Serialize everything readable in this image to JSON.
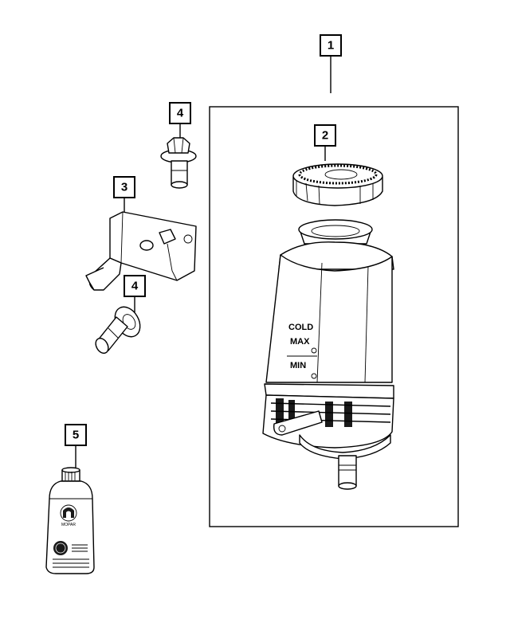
{
  "callouts": {
    "c1": "1",
    "c2": "2",
    "c3": "3",
    "c4a": "4",
    "c4b": "4",
    "c5": "5"
  },
  "reservoir_markings": {
    "cold": "COLD",
    "max": "MAX",
    "min": "MIN"
  },
  "bottle_brand": "MOPAR"
}
